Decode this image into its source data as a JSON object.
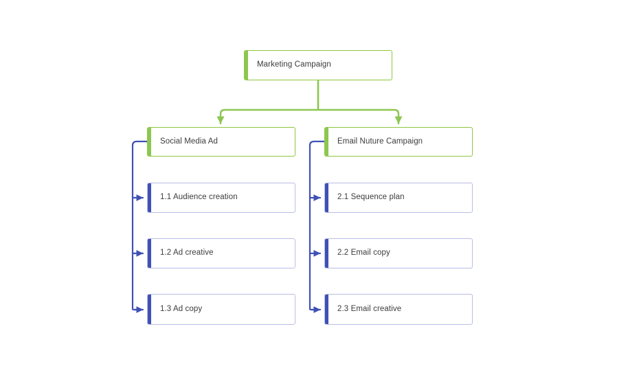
{
  "diagram": {
    "type": "tree",
    "colors": {
      "green_accent": "#8cc751",
      "green_border": "#8dc63f",
      "indigo_accent": "#3f51b5",
      "indigo_border": "#b9bde4",
      "text": "#3b3b3b",
      "background": "#ffffff"
    },
    "root": {
      "label": "Marketing Campaign"
    },
    "branches": [
      {
        "label": "Social Media Ad",
        "children": [
          {
            "label": "1.1 Audience creation"
          },
          {
            "label": "1.2 Ad creative"
          },
          {
            "label": "1.3 Ad copy"
          }
        ]
      },
      {
        "label": "Email Nuture Campaign",
        "children": [
          {
            "label": "2.1 Sequence plan"
          },
          {
            "label": "2.2 Email copy"
          },
          {
            "label": "2.3 Email creative"
          }
        ]
      }
    ]
  }
}
